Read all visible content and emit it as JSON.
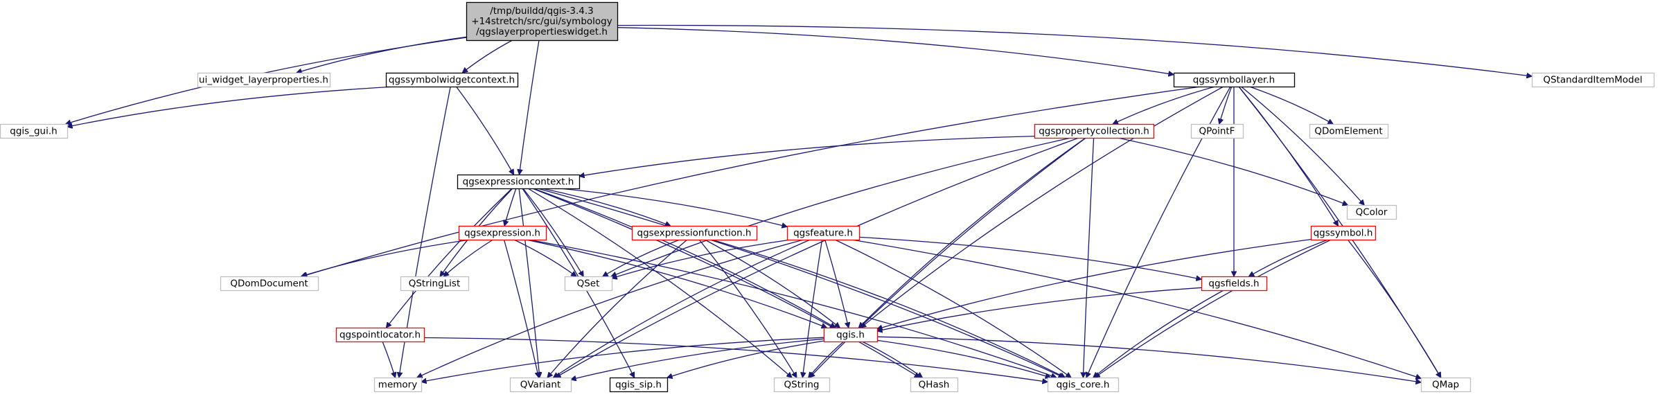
{
  "graph": {
    "colors": {
      "root_fill": "#bfbfbf",
      "root_border": "#000000",
      "documented_border": "#000000",
      "truncated_border": "#ff0000",
      "external_border": "#bfbfbf",
      "external_text": "#000000",
      "edge": "#191970"
    },
    "nodes": [
      {
        "id": "root",
        "kind": "root",
        "label_lines": [
          "/tmp/buildd/qgis-3.4.3",
          "+14stretch/src/gui/symbology",
          "/qgslayerpropertieswidget.h"
        ]
      },
      {
        "id": "ui_widget",
        "kind": "external",
        "label_lines": [
          "ui_widget_layerproperties.h"
        ]
      },
      {
        "id": "symbolwidgetcontext",
        "kind": "documented",
        "label_lines": [
          "qgssymbolwidgetcontext.h"
        ]
      },
      {
        "id": "symbollayer",
        "kind": "documented",
        "label_lines": [
          "qgssymbollayer.h"
        ]
      },
      {
        "id": "qstandarditemmodel",
        "kind": "external",
        "label_lines": [
          "QStandardItemModel"
        ]
      },
      {
        "id": "qgis_gui",
        "kind": "external",
        "label_lines": [
          "qgis_gui.h"
        ]
      },
      {
        "id": "propertycollection",
        "kind": "truncated",
        "label_lines": [
          "qgspropertycollection.h"
        ]
      },
      {
        "id": "qpointf",
        "kind": "external",
        "label_lines": [
          "QPointF"
        ]
      },
      {
        "id": "qdomelement",
        "kind": "external",
        "label_lines": [
          "QDomElement"
        ]
      },
      {
        "id": "qcolor",
        "kind": "external",
        "label_lines": [
          "QColor"
        ]
      },
      {
        "id": "expressioncontext",
        "kind": "documented",
        "label_lines": [
          "qgsexpressioncontext.h"
        ]
      },
      {
        "id": "expression",
        "kind": "truncated",
        "label_lines": [
          "qgsexpression.h"
        ]
      },
      {
        "id": "expressionfunction",
        "kind": "truncated",
        "label_lines": [
          "qgsexpressionfunction.h"
        ]
      },
      {
        "id": "feature",
        "kind": "truncated",
        "label_lines": [
          "qgsfeature.h"
        ]
      },
      {
        "id": "symbol",
        "kind": "truncated",
        "label_lines": [
          "qgssymbol.h"
        ]
      },
      {
        "id": "qdomdocument",
        "kind": "external",
        "label_lines": [
          "QDomDocument"
        ]
      },
      {
        "id": "qstringlist",
        "kind": "external",
        "label_lines": [
          "QStringList"
        ]
      },
      {
        "id": "qset",
        "kind": "external",
        "label_lines": [
          "QSet"
        ]
      },
      {
        "id": "fields",
        "kind": "truncated",
        "label_lines": [
          "qgsfields.h"
        ]
      },
      {
        "id": "pointlocator",
        "kind": "truncated",
        "label_lines": [
          "qgspointlocator.h"
        ]
      },
      {
        "id": "qgis",
        "kind": "truncated",
        "label_lines": [
          "qgis.h"
        ]
      },
      {
        "id": "memory",
        "kind": "external",
        "label_lines": [
          "memory"
        ]
      },
      {
        "id": "qvariant",
        "kind": "external",
        "label_lines": [
          "QVariant"
        ]
      },
      {
        "id": "qgis_sip",
        "kind": "documented",
        "label_lines": [
          "qgis_sip.h"
        ]
      },
      {
        "id": "qstring",
        "kind": "external",
        "label_lines": [
          "QString"
        ]
      },
      {
        "id": "qhash",
        "kind": "external",
        "label_lines": [
          "QHash"
        ]
      },
      {
        "id": "qgis_core",
        "kind": "external",
        "label_lines": [
          "qgis_core.h"
        ]
      },
      {
        "id": "qmap",
        "kind": "external",
        "label_lines": [
          "QMap"
        ]
      }
    ],
    "edges": [
      [
        "root",
        "ui_widget"
      ],
      [
        "root",
        "qgis_gui"
      ],
      [
        "root",
        "symbolwidgetcontext"
      ],
      [
        "root",
        "expressioncontext"
      ],
      [
        "root",
        "symbollayer"
      ],
      [
        "root",
        "qstandarditemmodel"
      ],
      [
        "symbolwidgetcontext",
        "qgis_gui"
      ],
      [
        "symbolwidgetcontext",
        "expressioncontext"
      ],
      [
        "symbolwidgetcontext",
        "memory"
      ],
      [
        "symbollayer",
        "propertycollection"
      ],
      [
        "symbollayer",
        "qpointf"
      ],
      [
        "symbollayer",
        "qdomelement"
      ],
      [
        "symbollayer",
        "qcolor"
      ],
      [
        "symbollayer",
        "qgis_core"
      ],
      [
        "symbollayer",
        "qmap"
      ],
      [
        "symbollayer",
        "qgis"
      ],
      [
        "symbollayer",
        "qdomdocument"
      ],
      [
        "symbollayer",
        "symbol"
      ],
      [
        "symbollayer",
        "fields"
      ],
      [
        "propertycollection",
        "expressioncontext"
      ],
      [
        "propertycollection",
        "qcolor"
      ],
      [
        "propertycollection",
        "qset"
      ],
      [
        "propertycollection",
        "qgis"
      ],
      [
        "propertycollection",
        "qgis_core"
      ],
      [
        "propertycollection",
        "qvariant"
      ],
      [
        "propertycollection",
        "qstring"
      ],
      [
        "expressioncontext",
        "expression"
      ],
      [
        "expressioncontext",
        "expressionfunction"
      ],
      [
        "expressioncontext",
        "feature"
      ],
      [
        "expressioncontext",
        "qset"
      ],
      [
        "expressioncontext",
        "qstringlist"
      ],
      [
        "expressioncontext",
        "qgis"
      ],
      [
        "expressioncontext",
        "qgis_core"
      ],
      [
        "expressioncontext",
        "qhash"
      ],
      [
        "expressioncontext",
        "pointlocator"
      ],
      [
        "expressioncontext",
        "qvariant"
      ],
      [
        "expressioncontext",
        "qgis_sip"
      ],
      [
        "expressioncontext",
        "qstring"
      ],
      [
        "expression",
        "qdomdocument"
      ],
      [
        "expression",
        "qstringlist"
      ],
      [
        "expression",
        "qset"
      ],
      [
        "expression",
        "qvariant"
      ],
      [
        "expression",
        "qgis"
      ],
      [
        "expression",
        "qgis_core"
      ],
      [
        "expressionfunction",
        "qset"
      ],
      [
        "expressionfunction",
        "qvariant"
      ],
      [
        "expressionfunction",
        "qgis"
      ],
      [
        "expressionfunction",
        "qgis_core"
      ],
      [
        "expressionfunction",
        "qstring"
      ],
      [
        "feature",
        "qset"
      ],
      [
        "feature",
        "fields"
      ],
      [
        "feature",
        "qgis"
      ],
      [
        "feature",
        "qgis_core"
      ],
      [
        "feature",
        "qvariant"
      ],
      [
        "feature",
        "memory"
      ],
      [
        "feature",
        "qstring"
      ],
      [
        "feature",
        "qmap"
      ],
      [
        "symbol",
        "fields"
      ],
      [
        "symbol",
        "qgis"
      ],
      [
        "symbol",
        "qgis_core"
      ],
      [
        "symbol",
        "qmap"
      ],
      [
        "fields",
        "qgis"
      ],
      [
        "fields",
        "qgis_core"
      ],
      [
        "pointlocator",
        "memory"
      ],
      [
        "pointlocator",
        "qgis_core"
      ],
      [
        "qgis",
        "memory"
      ],
      [
        "qgis",
        "qvariant"
      ],
      [
        "qgis",
        "qgis_sip"
      ],
      [
        "qgis",
        "qstring"
      ],
      [
        "qgis",
        "qhash"
      ],
      [
        "qgis",
        "qgis_core"
      ],
      [
        "qgis",
        "qmap"
      ]
    ]
  }
}
